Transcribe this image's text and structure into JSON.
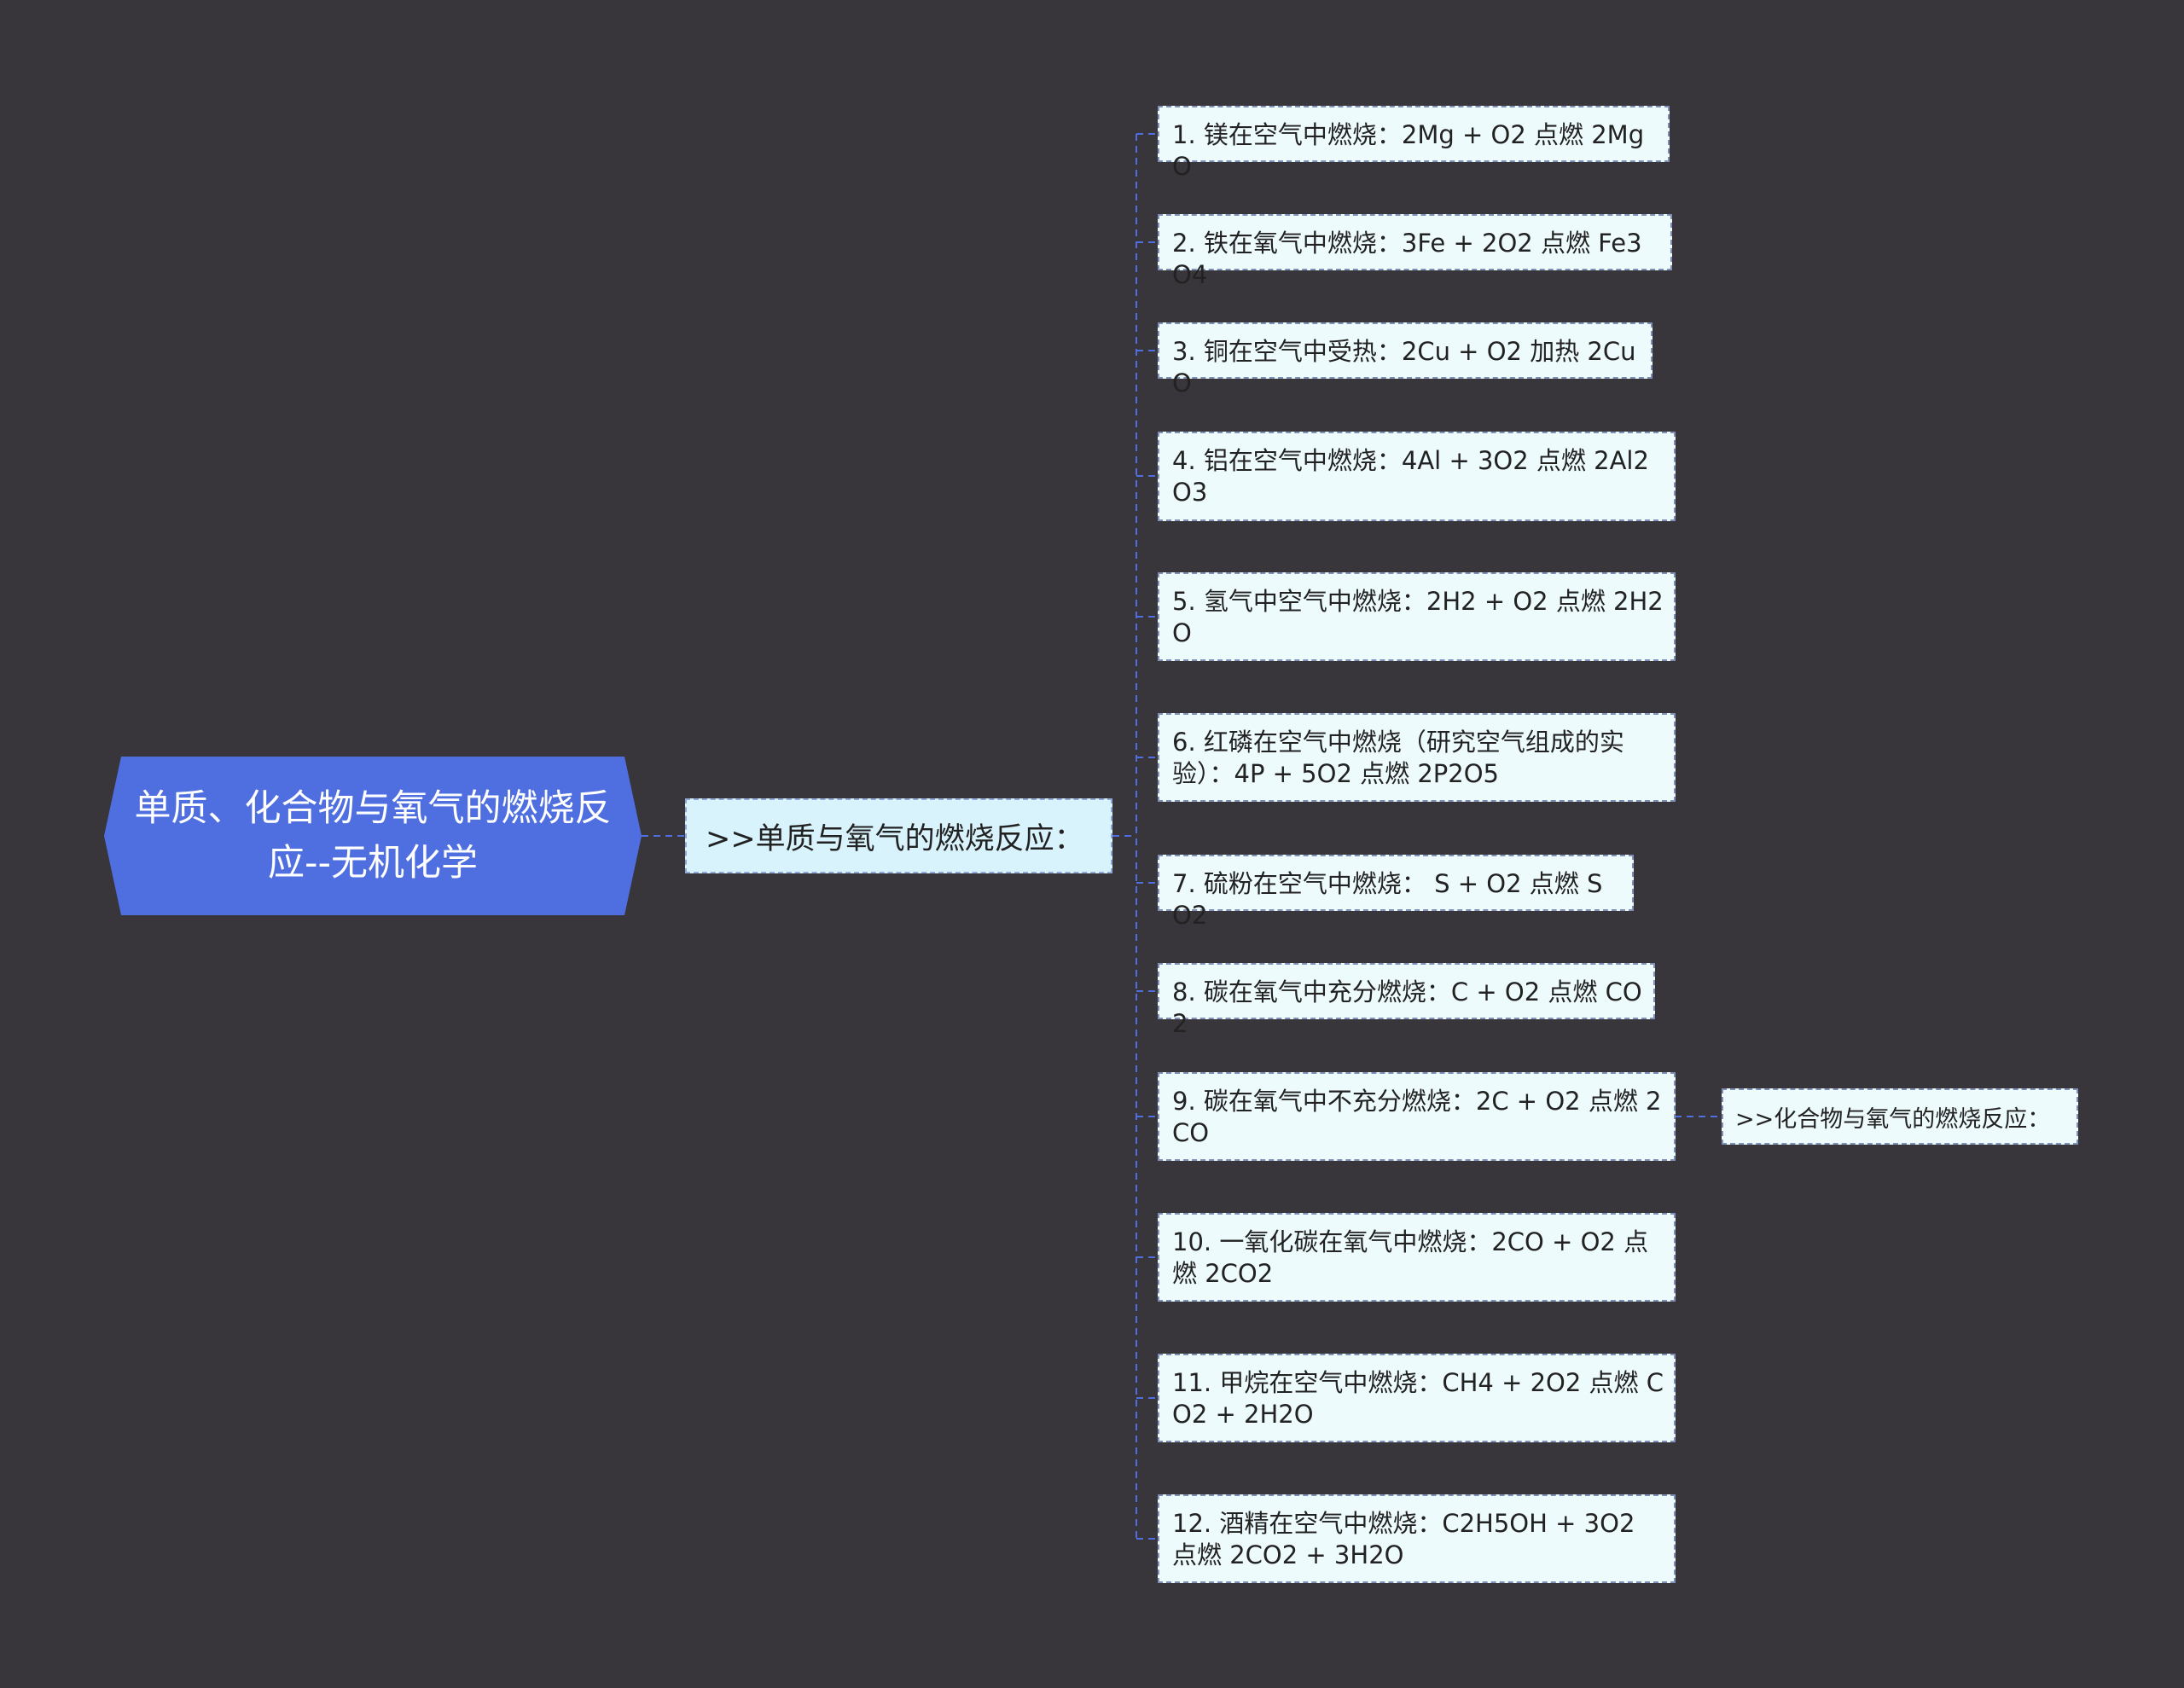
{
  "root": {
    "title": "单质、化合物与氧气的燃烧反应--无机化学"
  },
  "branch": {
    "label": ">>单质与氧气的燃烧反应："
  },
  "reactions": [
    "1. 镁在空气中燃烧：2Mg + O2 点燃 2MgO",
    "2. 铁在氧气中燃烧：3Fe + 2O2 点燃 Fe3O4",
    "3. 铜在空气中受热：2Cu + O2 加热 2CuO",
    "4. 铝在空气中燃烧：4Al + 3O2 点燃 2Al2O3",
    "5. 氢气中空气中燃烧：2H2 + O2 点燃 2H2O",
    "6. 红磷在空气中燃烧（研究空气组成的实验）：4P + 5O2 点燃 2P2O5",
    "7. 硫粉在空气中燃烧： S + O2 点燃 SO2",
    "8. 碳在氧气中充分燃烧：C + O2 点燃 CO2",
    "9. 碳在氧气中不充分燃烧：2C + O2 点燃 2CO",
    "10. 一氧化碳在氧气中燃烧：2CO + O2 点燃 2CO2",
    "11. 甲烷在空气中燃烧：CH4 + 2O2 点燃 CO2 + 2H2O",
    "12. 酒精在空气中燃烧：C2H5OH + 3O2 点燃 2CO2 + 3H2O"
  ],
  "sub_branch": {
    "label": ">>化合物与氧气的燃烧反应："
  },
  "colors": {
    "background": "#38363a",
    "root": "#4f6fe0",
    "connector": "#4f6fe0"
  }
}
